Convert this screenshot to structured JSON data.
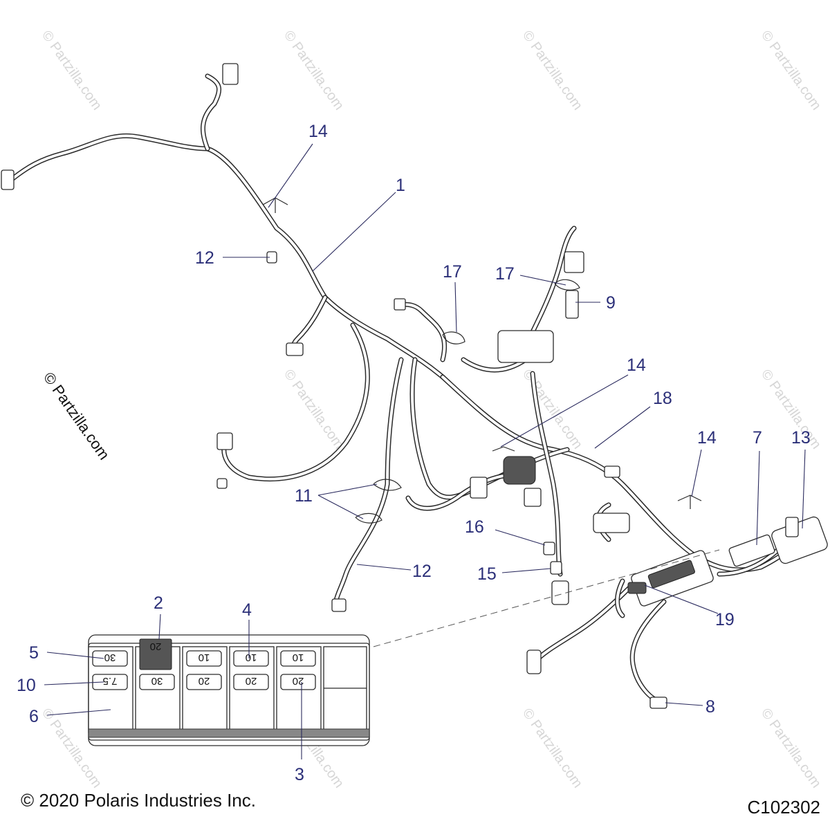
{
  "callouts": [
    {
      "id": "c1",
      "label": "1"
    },
    {
      "id": "c2",
      "label": "2"
    },
    {
      "id": "c3",
      "label": "3"
    },
    {
      "id": "c4",
      "label": "4"
    },
    {
      "id": "c5",
      "label": "5"
    },
    {
      "id": "c6",
      "label": "6"
    },
    {
      "id": "c7",
      "label": "7"
    },
    {
      "id": "c8",
      "label": "8"
    },
    {
      "id": "c9",
      "label": "9"
    },
    {
      "id": "c10",
      "label": "10"
    },
    {
      "id": "c11",
      "label": "11"
    },
    {
      "id": "c12a",
      "label": "12"
    },
    {
      "id": "c12b",
      "label": "12"
    },
    {
      "id": "c13",
      "label": "13"
    },
    {
      "id": "c14a",
      "label": "14"
    },
    {
      "id": "c14b",
      "label": "14"
    },
    {
      "id": "c14c",
      "label": "14"
    },
    {
      "id": "c15",
      "label": "15"
    },
    {
      "id": "c16",
      "label": "16"
    },
    {
      "id": "c17a",
      "label": "17"
    },
    {
      "id": "c17b",
      "label": "17"
    },
    {
      "id": "c18",
      "label": "18"
    },
    {
      "id": "c19",
      "label": "19"
    }
  ],
  "fuse_box": {
    "top_row": [
      "30",
      "20",
      "10",
      "10",
      "10"
    ],
    "bottom_row": [
      "7.5",
      "30",
      "20",
      "20",
      "20"
    ]
  },
  "watermark": "© Partzilla.com",
  "footer": {
    "copyright": "© 2020 Polaris Industries Inc.",
    "drawing_number": "C102302"
  },
  "colors": {
    "callout": "#2b2f78",
    "line_art": "#2a2a2a",
    "watermark": "#d6d6d6"
  }
}
